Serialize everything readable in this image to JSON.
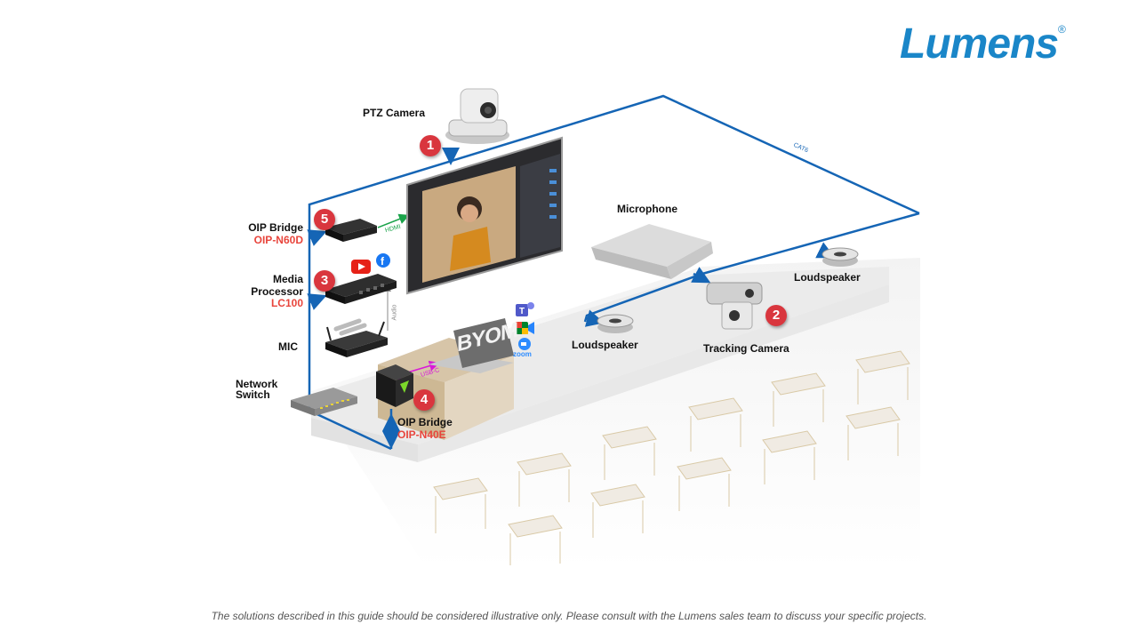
{
  "brand": {
    "logo_text": "Lumens",
    "registered_mark": "®",
    "color": "#1a86c8"
  },
  "devices": {
    "ptz_camera": {
      "label": "PTZ Camera",
      "badge": "1"
    },
    "tracking_camera": {
      "label": "Tracking Camera",
      "badge": "2"
    },
    "media_processor": {
      "label_line1": "Media",
      "label_line2": "Processor",
      "model": "LC100",
      "badge": "3"
    },
    "oip_bridge_encoder": {
      "label": "OIP Bridge",
      "model": "OIP-N40E",
      "badge": "4"
    },
    "oip_bridge_decoder": {
      "label": "OIP Bridge",
      "model": "OIP-N60D",
      "badge": "5"
    },
    "microphone": {
      "label": "Microphone"
    },
    "loudspeaker_right": {
      "label": "Loudspeaker"
    },
    "loudspeaker_left": {
      "label": "Loudspeaker"
    },
    "mic": {
      "label": "MIC"
    },
    "network_switch": {
      "label_line1": "Network",
      "label_line2": "Switch"
    },
    "laptop": {
      "label": "BYOM"
    }
  },
  "connections": {
    "cat6": "CAT6",
    "hdmi": "HDMI",
    "usb_c": "USB-C",
    "audio": "Audio"
  },
  "apps": {
    "zoom_label": "zoom"
  },
  "colors": {
    "network_line": "#1565b5",
    "hdmi_line": "#1aa34a",
    "usb_line": "#d81ad8",
    "badge": "#d9363e",
    "model_text": "#e8453c"
  },
  "footer": "The solutions described in this guide should be considered illustrative only. Please consult with the Lumens sales team to discuss your specific projects."
}
